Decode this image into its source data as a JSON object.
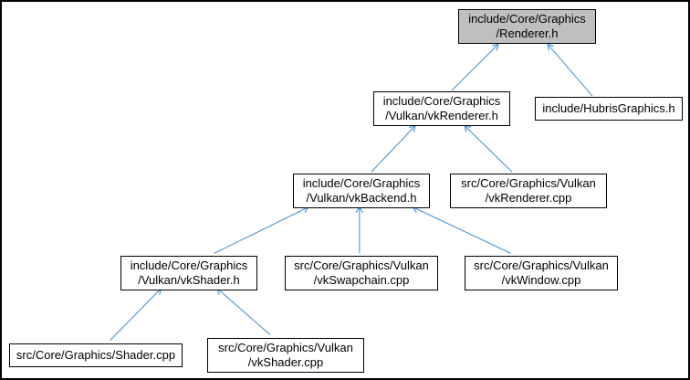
{
  "diagram": {
    "kind": "doxygen-inverse-include-dependency-graph",
    "root_file": "include/Core/Graphics/Renderer.h",
    "colors": {
      "edge": "#5b9dd8",
      "node_border": "#000000",
      "node_fill": "#ffffff",
      "highlight_fill": "#bfbfbf",
      "frame": "#000000",
      "text": "#000000",
      "background": "#ffffff"
    },
    "nodes": [
      {
        "id": "renderer_h",
        "label": "include/Core/Graphics\n/Renderer.h",
        "highlighted": true
      },
      {
        "id": "vkrenderer_h",
        "label": "include/Core/Graphics\n/Vulkan/vkRenderer.h",
        "highlighted": false
      },
      {
        "id": "hubrisgraphics_h",
        "label": "include/HubrisGraphics.h",
        "highlighted": false
      },
      {
        "id": "vkbackend_h",
        "label": "include/Core/Graphics\n/Vulkan/vkBackend.h",
        "highlighted": false
      },
      {
        "id": "vkrenderer_cpp",
        "label": "src/Core/Graphics/Vulkan\n/vkRenderer.cpp",
        "highlighted": false
      },
      {
        "id": "vkshader_h",
        "label": "include/Core/Graphics\n/Vulkan/vkShader.h",
        "highlighted": false
      },
      {
        "id": "vkswapchain_cpp",
        "label": "src/Core/Graphics/Vulkan\n/vkSwapchain.cpp",
        "highlighted": false
      },
      {
        "id": "vkwindow_cpp",
        "label": "src/Core/Graphics/Vulkan\n/vkWindow.cpp",
        "highlighted": false
      },
      {
        "id": "shader_cpp",
        "label": "src/Core/Graphics/Shader.cpp",
        "highlighted": false
      },
      {
        "id": "vkshader_cpp",
        "label": "src/Core/Graphics/Vulkan\n/vkShader.cpp",
        "highlighted": false
      }
    ],
    "edges": [
      {
        "from": "vkrenderer_h",
        "to": "renderer_h"
      },
      {
        "from": "hubrisgraphics_h",
        "to": "renderer_h"
      },
      {
        "from": "vkbackend_h",
        "to": "vkrenderer_h"
      },
      {
        "from": "vkrenderer_cpp",
        "to": "vkrenderer_h"
      },
      {
        "from": "vkshader_h",
        "to": "vkbackend_h"
      },
      {
        "from": "vkswapchain_cpp",
        "to": "vkbackend_h"
      },
      {
        "from": "vkwindow_cpp",
        "to": "vkbackend_h"
      },
      {
        "from": "shader_cpp",
        "to": "vkshader_h"
      },
      {
        "from": "vkshader_cpp",
        "to": "vkshader_h"
      }
    ]
  }
}
